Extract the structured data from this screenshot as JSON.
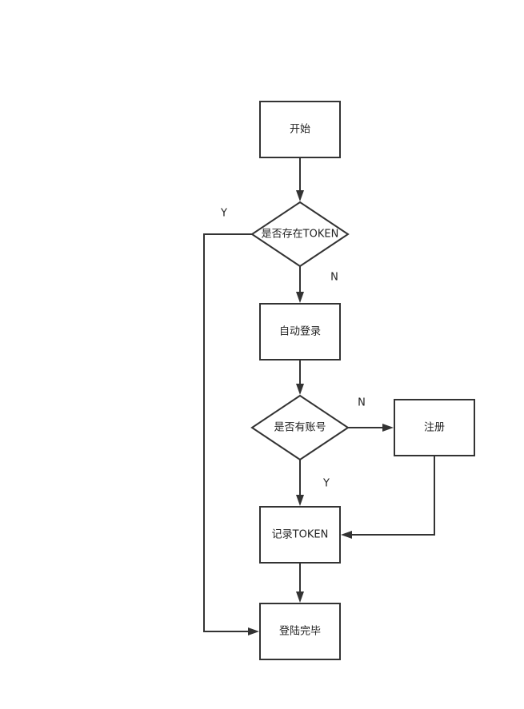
{
  "nodes": {
    "start": "开始",
    "has_token": "是否存在TOKEN",
    "auto_login": "自动登录",
    "has_account": "是否有账号",
    "register": "注册",
    "record_token": "记录TOKEN",
    "login_done": "登陆完毕"
  },
  "edge_labels": {
    "has_token_yes": "Y",
    "has_token_no": "N",
    "has_account_no": "N",
    "has_account_yes": "Y"
  },
  "colors": {
    "stroke": "#333333",
    "fill": "#ffffff",
    "text": "#222222"
  }
}
